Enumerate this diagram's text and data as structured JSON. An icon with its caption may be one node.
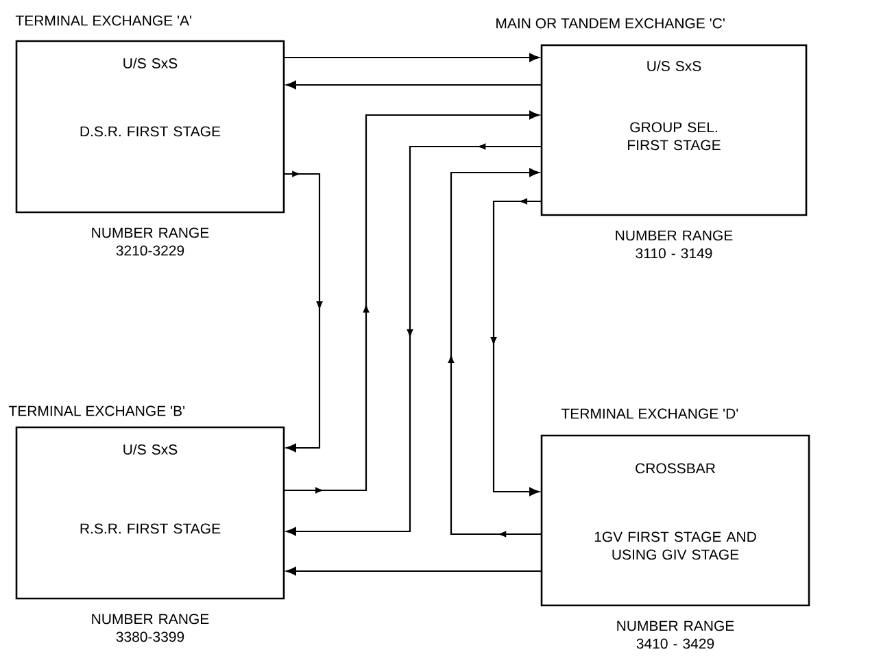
{
  "diagram": {
    "nodes": [
      {
        "text": [
          "TERMINAL EXCHANGE 'A'",
          "U/S SxS",
          "D.S.R. FIRST STAGE"
        ],
        "beside": [
          "NUMBER RANGE 3210-3229"
        ]
      },
      {
        "text": [
          "MAIN OR TANDEM EXCHANGE 'C'",
          "U/S SxS",
          "GROUP SEL. FIRST STAGE"
        ],
        "beside": [
          "NUMBER RANGE 3110 - 3149"
        ]
      },
      {
        "text": [
          "TERMINAL EXCHANGE 'B'",
          "U/S SxS",
          "R.S.R. FIRST STAGE"
        ],
        "beside": [
          "NUMBER RANGE 3380-3399"
        ]
      },
      {
        "text": [
          "TERMINAL EXCHANGE 'D'",
          "CROSSBAR",
          "1GV FIRST STAGE AND USING GIV STAGE"
        ],
        "beside": [
          "NUMBER RANGE 3410 - 3429"
        ]
      }
    ],
    "edges": [
      {
        "from": 0,
        "to": 1,
        "arrow": "to"
      },
      {
        "from": 1,
        "to": 0,
        "arrow": "to"
      },
      {
        "from": 2,
        "to": 1,
        "arrow": "to"
      },
      {
        "from": 1,
        "to": 2,
        "arrow": "to"
      },
      {
        "from": 3,
        "to": 1,
        "arrow": "to"
      },
      {
        "from": 1,
        "to": 3,
        "arrow": "to"
      },
      {
        "from": 0,
        "to": 2,
        "arrow": "to"
      },
      {
        "from": 3,
        "to": 2,
        "arrow": "to"
      }
    ]
  }
}
